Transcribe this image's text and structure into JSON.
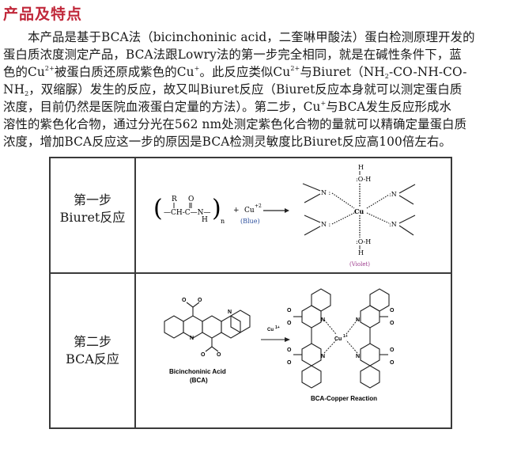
{
  "section": {
    "title": "产品及特点",
    "title_color": "#c0283a"
  },
  "paragraph": {
    "line1": "本产品是基于BCA法（bicinchoninic acid，二奎啉甲酸法）蛋白检测原理开发的",
    "line2": "蛋白质浓度测定产品，BCA法跟Lowry法的第一步完全相同，就是在碱性条件下，蓝",
    "line3_a": "色的Cu",
    "line3_sup1": "2+",
    "line3_b": "被蛋白质还原成紫色的Cu",
    "line3_sup2": "+",
    "line3_c": "。此反应类似Cu",
    "line3_sup3": "2+",
    "line3_d": "与Biuret（NH",
    "line3_sub1": "2",
    "line3_e": "-CO-NH-CO-",
    "line4_a": "NH",
    "line4_sub1": "2",
    "line4_b": "，双缩脲）发生的反应，故又叫Biuret反应（Biuret反应本身就可以测定蛋白质",
    "line5": "浓度，目前仍然是医院血液蛋白定量的方法）。第二步，Cu",
    "line5_sup": "+",
    "line5_b": "与BCA发生反应形成水",
    "line6": "溶性的紫色化合物，通过分光在562 nm处测定紫色化合物的量就可以精确定量蛋白质",
    "line7": "浓度，增加BCA反应这一步的原因是BCA检测灵敏度比Biuret反应高100倍左右。"
  },
  "table": {
    "rows": [
      {
        "label_line1": "第一步",
        "label_line2": "Biuret反应",
        "diagram": {
          "reactant_R": "R",
          "reactant_O": "O",
          "reactant_chain": "—CH-C—N—",
          "reactant_H": "H",
          "reactant_n": "n",
          "plus": "+",
          "copper": "Cu",
          "copper_charge": "+2",
          "copper_color_label": "(Blue)",
          "copper_color": "#2a4d9c",
          "center_atom": "Cu",
          "water_top_H": "H",
          "water_top_O": ":O-H",
          "water_bottom_O": ":O-H",
          "water_bottom_H": "H",
          "ligand_N_left": "N :",
          "ligand_N_right": ":N",
          "product_color_label": "(Violet)",
          "product_color": "#9c3a8c"
        }
      },
      {
        "label_line1": "第二步",
        "label_line2": "BCA反应",
        "diagram": {
          "reagent_name_line1": "Bicinchoninic Acid",
          "reagent_name_line2": "(BCA)",
          "arrow_label": "Cu",
          "arrow_label_charge": "1+",
          "product_center": "Cu",
          "product_center_charge": "1+",
          "product_name": "BCA-Copper Reaction",
          "atom_N": "N",
          "atom_O": "O",
          "atom_Ominus": "O",
          "minus": "-"
        }
      }
    ]
  }
}
